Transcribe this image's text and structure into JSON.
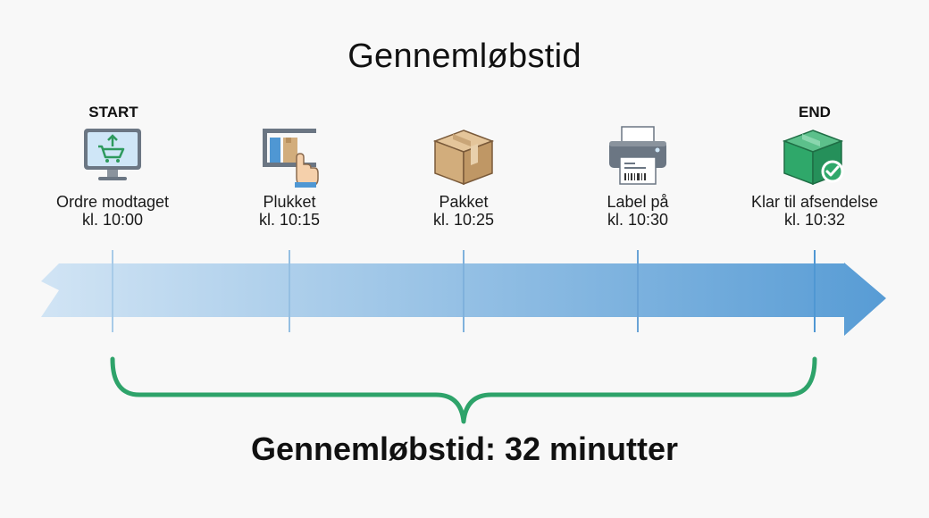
{
  "title": "Gennemløbstid",
  "start_marker": "START",
  "end_marker": "END",
  "steps": [
    {
      "label": "Ordre modtaget",
      "time": "kl. 10:00",
      "icon": "computer-cart-icon"
    },
    {
      "label": "Plukket",
      "time": "kl. 10:15",
      "icon": "shelf-hand-icon"
    },
    {
      "label": "Pakket",
      "time": "kl. 10:25",
      "icon": "box-icon"
    },
    {
      "label": "Label på",
      "time": "kl. 10:30",
      "icon": "printer-label-icon"
    },
    {
      "label": "Klar til afsendelse",
      "time": "kl. 10:32",
      "icon": "box-check-icon"
    }
  ],
  "summary": "Gennemløbstid: 32 minutter",
  "colors": {
    "arrow_light": "#cfe3f4",
    "arrow_dark": "#4f97d3",
    "brace": "#2ea36a",
    "ready_box": "#2fa86a",
    "box": "#d2ad7c"
  }
}
